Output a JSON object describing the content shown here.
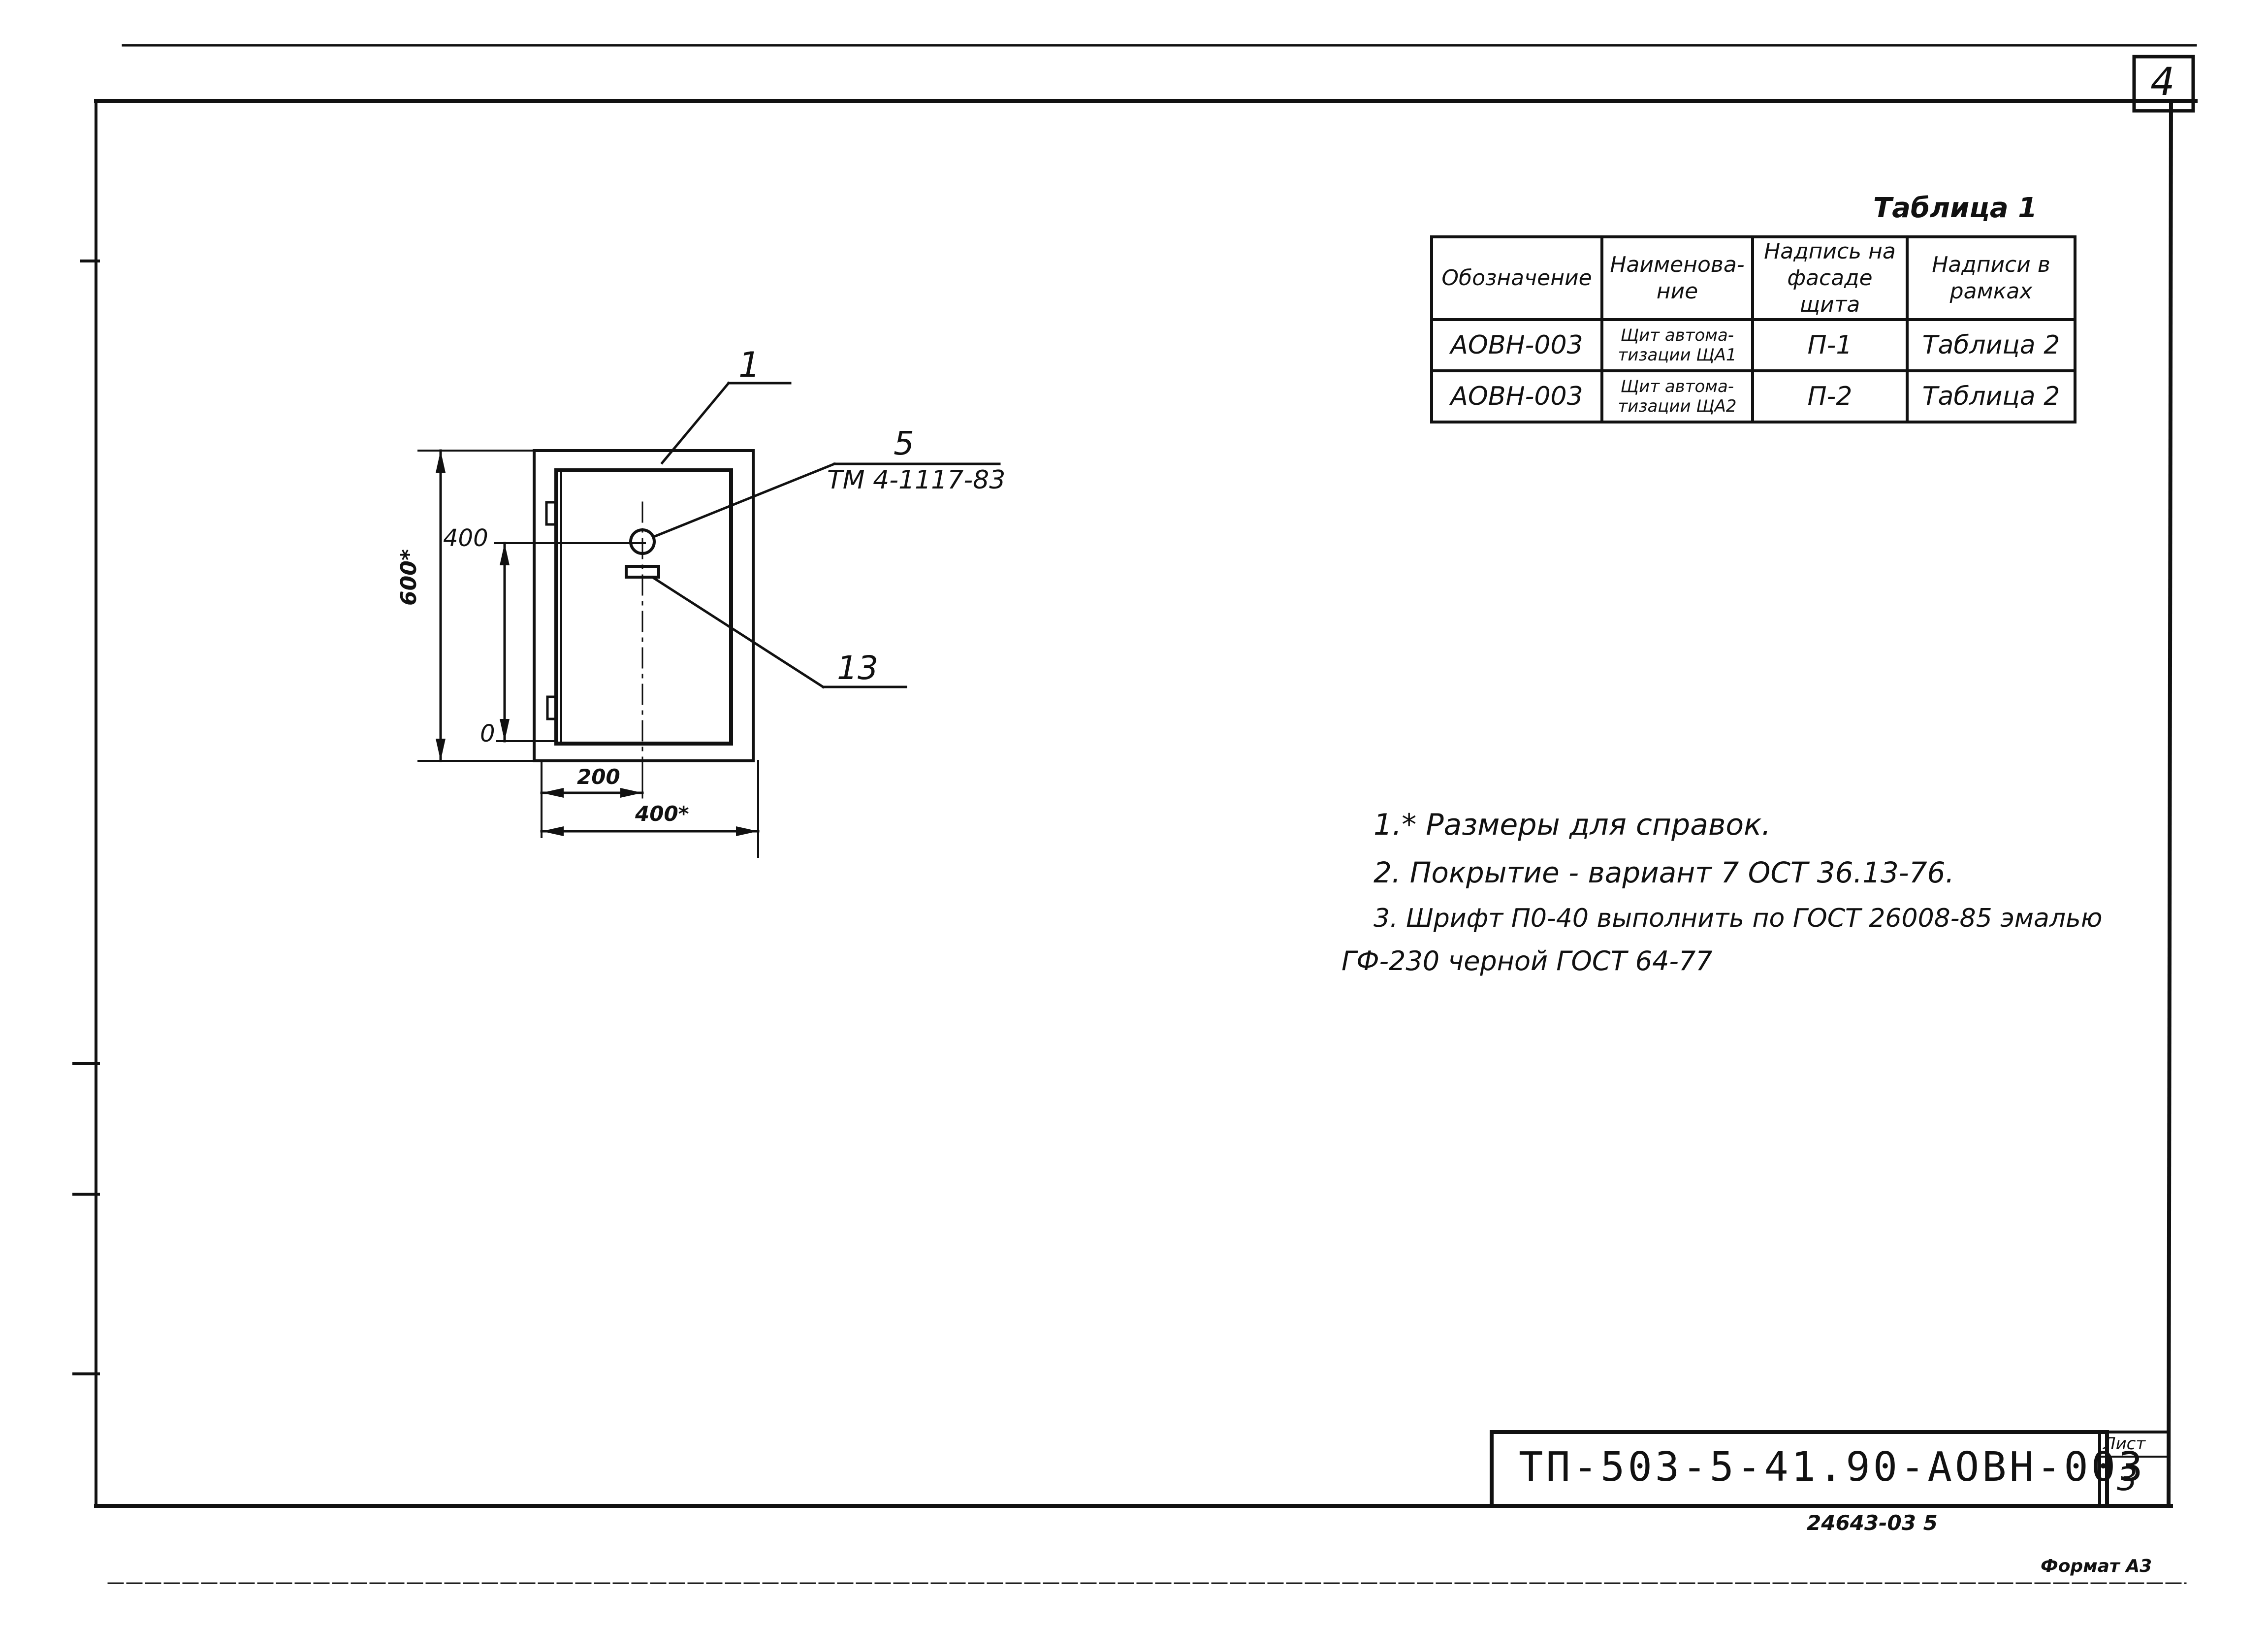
{
  "sheet": {
    "corner_number": "4",
    "table_caption": "Таблица 1",
    "table": {
      "headers": [
        "Обозначение",
        "Наименова-ние",
        "Надпись на фасаде щита",
        "Надписи в рамках"
      ],
      "rows": [
        [
          "АОВН-003",
          "Щит автома-тизации ЩА1",
          "П-1",
          "Таблица 2"
        ],
        [
          "АОВН-003",
          "Щит автома-тизации ЩА2",
          "П-2",
          "Таблица 2"
        ]
      ]
    },
    "drawing": {
      "callout_1": "1",
      "callout_5": "5",
      "callout_5_ref": "ТМ 4-1117-83",
      "callout_13": "13",
      "dim_height": "600*",
      "dim_400_level": "400",
      "dim_0_level": "0",
      "dim_200": "200",
      "dim_width": "400*"
    },
    "notes": [
      "1.* Размеры для справок.",
      "2. Покрытие - вариант 7 ОСТ 36.13-76.",
      "3. Шрифт П0-40 выполнить по ГОСТ 26008-85 эмалью",
      "ГФ-230 черной ГОСТ 64-77"
    ],
    "title_block": {
      "designation": "ТП-503-5-41.90-АОВН-003",
      "sheet_label": "Лист",
      "sheet_number": "3"
    },
    "inventory_number": "24643-03 5",
    "format_label": "Формат А3"
  }
}
